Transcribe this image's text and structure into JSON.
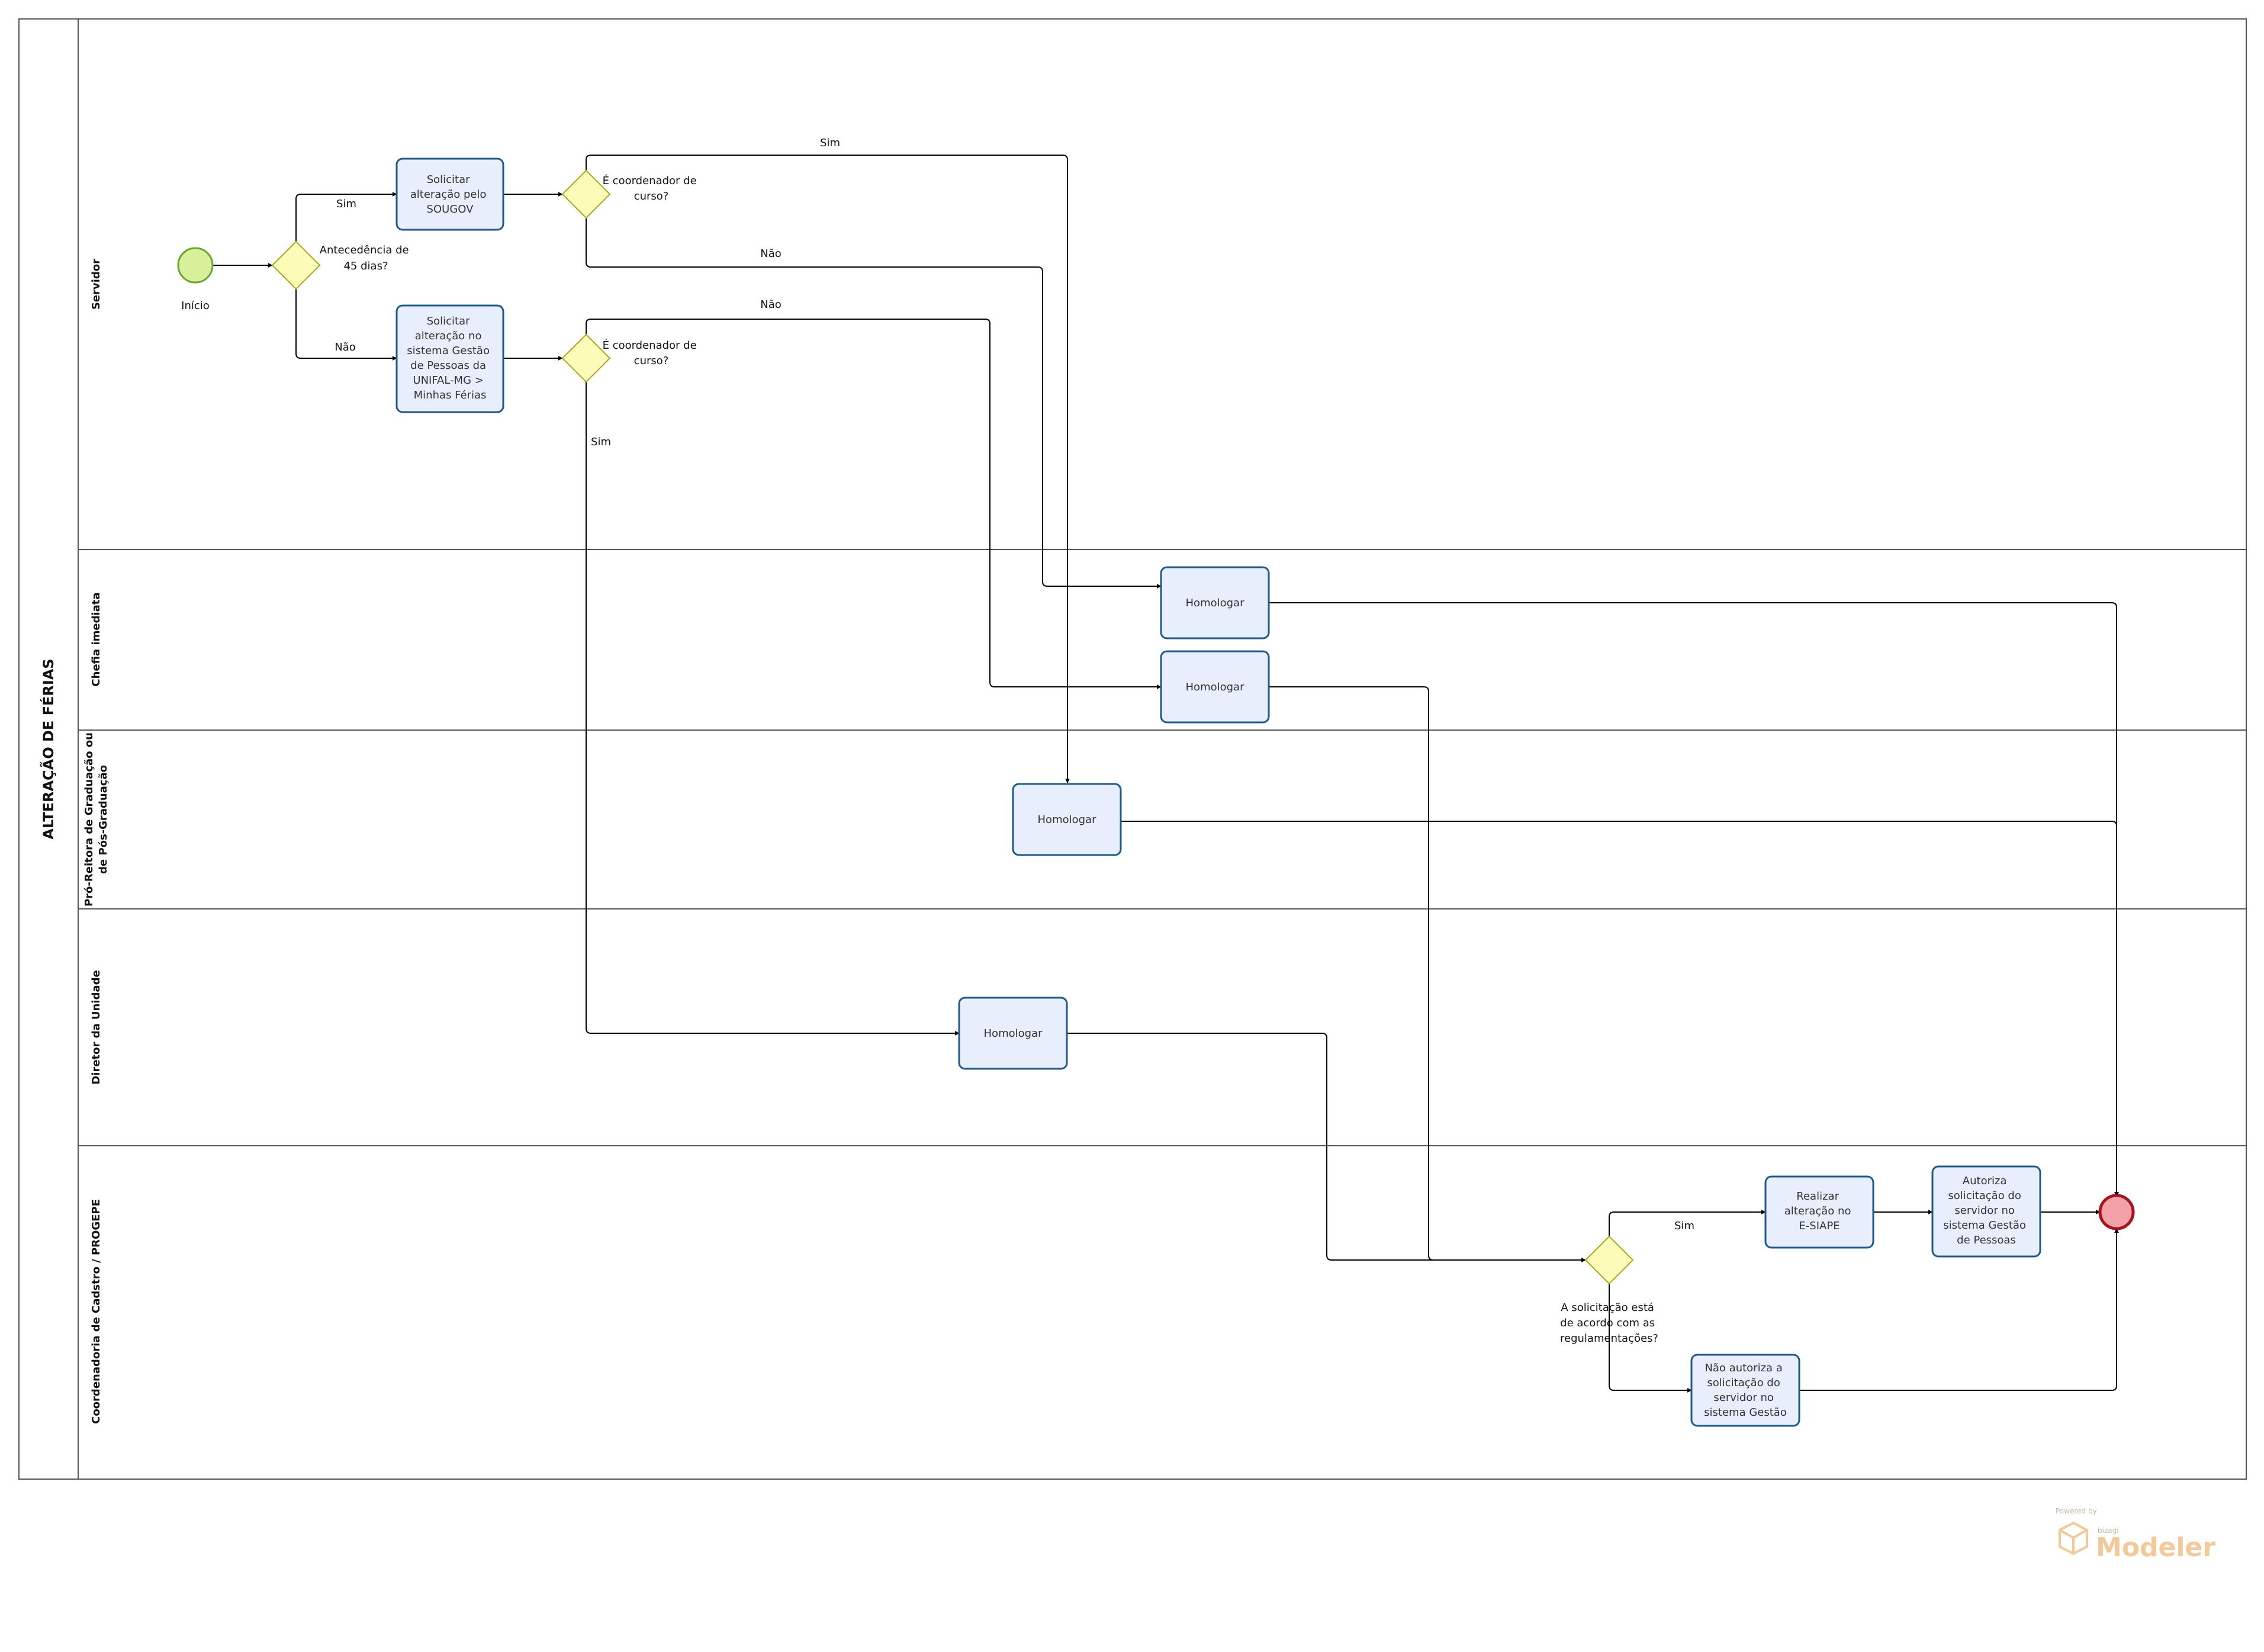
{
  "pool": {
    "title": "ALTERAÇÃO DE FÉRIAS"
  },
  "lanes": {
    "servidor": "Servidor",
    "chefia": "Chefia imediata",
    "proreitora_line1": "Pró-Reitora de Graduação ou",
    "proreitora_line2": "de Pós-Graduação",
    "diretor": "Diretor da Unidade",
    "coordenadoria": "Coordenadoria de Cadstro / PROGEPE"
  },
  "events": {
    "start_label": "Início"
  },
  "gateways": {
    "antecedencia": [
      "Antecedência de",
      "45 dias?"
    ],
    "coord1": [
      "É coordenador de",
      "curso?"
    ],
    "coord2": [
      "É coordenador de",
      "curso?"
    ],
    "regulamentacoes": [
      "A solicitação está",
      "de acordo com as",
      "regulamentações?"
    ]
  },
  "tasks": {
    "solicitar_sougov": [
      "Solicitar",
      "alteração pelo",
      "SOUGOV"
    ],
    "solicitar_sistema": [
      "Solicitar",
      "alteração no",
      "sistema Gestão",
      "de Pessoas da",
      "UNIFAL-MG >",
      "Minhas Férias"
    ],
    "homologar_chefia_1": [
      "Homologar"
    ],
    "homologar_chefia_2": [
      "Homologar"
    ],
    "homologar_proreitora": [
      "Homologar"
    ],
    "homologar_diretor": [
      "Homologar"
    ],
    "realizar_esiape": [
      "Realizar",
      "alteração no",
      "E-SIAPE"
    ],
    "autoriza": [
      "Autoriza",
      "solicitação do",
      "servidor no",
      "sistema Gestão",
      "de Pessoas"
    ],
    "nao_autoriza": [
      "Não autoriza a",
      "solicitação do",
      "servidor no",
      "sistema Gestão"
    ]
  },
  "flow_labels": {
    "sim_antecedencia": "Sim",
    "nao_antecedencia": "Não",
    "sim_coord1": "Sim",
    "nao_coord1": "Não",
    "nao_coord2": "Não",
    "sim_coord2": "Sim",
    "sim_regulamentacoes": "Sim"
  },
  "watermark": {
    "powered": "Powered by",
    "brand": "bizagi",
    "product": "Modeler"
  }
}
